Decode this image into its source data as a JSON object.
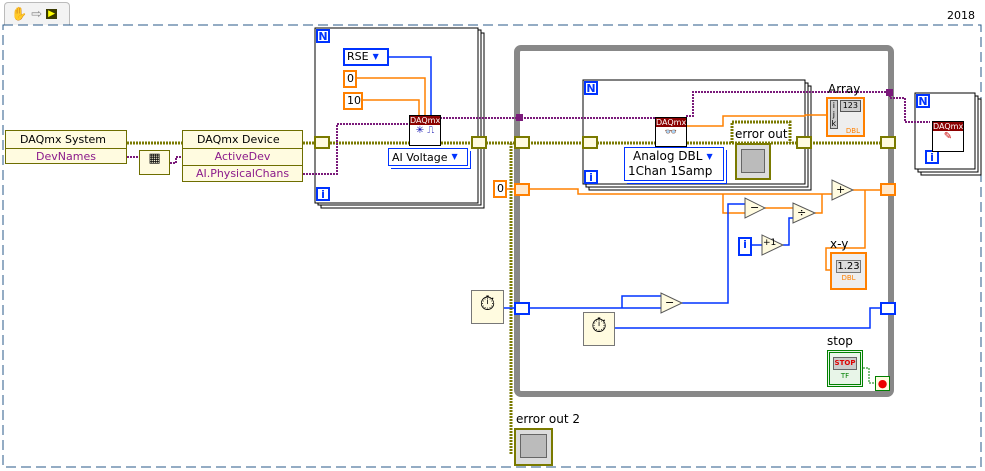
{
  "toolbar": {
    "icons": [
      "hand-icon",
      "arrow-icon",
      "vi-icon"
    ],
    "version_label": "2018"
  },
  "nodes": {
    "daqmx_system": {
      "title": "DAQmx System",
      "property": "DevNames"
    },
    "daqmx_device": {
      "title": "DAQmx Device",
      "properties": [
        "ActiveDev",
        "AI.PhysicalChans"
      ]
    },
    "terminal_config": "RSE",
    "min_value": "0",
    "max_value": "10",
    "channel_type": "AI Voltage",
    "read_type": [
      "Analog DBL",
      "1Chan 1Samp"
    ],
    "shift_register_init": "0",
    "daqmx_header": "DAQmx",
    "indicator_numeric": "1.23",
    "dbl_tag": "DBL",
    "array_index_labels": [
      "i",
      "j",
      "k"
    ],
    "array_numeric": "123",
    "stop_text": "STOP",
    "tf_tag": "TF"
  },
  "labels": {
    "error_out": "error out",
    "array": "Array",
    "x_y": "x-y",
    "stop": "stop",
    "error_out_2": "error out 2"
  },
  "loop_terminals": {
    "count": "N",
    "iteration": "i"
  },
  "primitives": {
    "subtract": "−",
    "divide": "÷",
    "add": "+",
    "increment": "+1"
  },
  "colors": {
    "error_wire": "#7a7a00",
    "refnum_wire": "#7a1a7a",
    "dbl_wire": "#ff8000",
    "int_wire": "#0033ff",
    "while_loop": "#888888",
    "bool_wire": "#008000"
  }
}
